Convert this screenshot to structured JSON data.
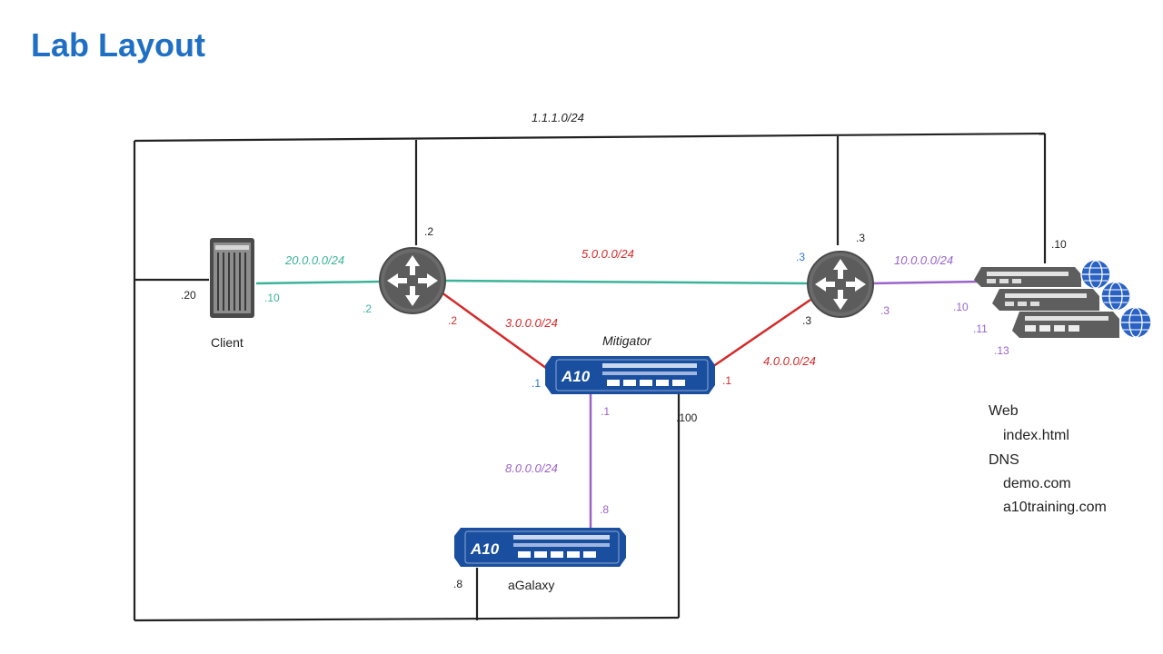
{
  "title": "Lab Layout",
  "colors": {
    "title": "#1f6fc5",
    "black_line": "#222222",
    "teal_line": "#3bb39a",
    "red_line": "#d42a2a",
    "purple_line": "#9a63c9",
    "device_blue": "#1a4fa0",
    "device_gray": "#6b6b6b",
    "globe_blue": "#2a62c4",
    "ip_blue": "#2a78d4"
  },
  "networks": {
    "top": "1.1.1.0/24",
    "client_r1": "20.0.0.0/24",
    "r1_r2": "5.0.0.0/24",
    "r1_mitigator": "3.0.0.0/24",
    "mitigator_r2": "4.0.0.0/24",
    "r2_servers": "10.0.0.0/24",
    "mitigator_agalaxy": "8.0.0.0/24"
  },
  "ips": {
    "r1_top": ".2",
    "r2_top": ".3",
    "servers_top": ".10",
    "client_mgmt": ".20",
    "client_data": ".10",
    "r1_client_side": ".2",
    "r1_mitigator_side": ".2",
    "r2_r1_side": ".3",
    "r2_mitigator_side": ".3",
    "r2_server_side": ".3",
    "mitigator_left": ".1",
    "mitigator_right": ".1",
    "mitigator_bottom": ".1",
    "mitigator_mgmt": ".100",
    "agalaxy_data": ".8",
    "agalaxy_mgmt": ".8",
    "server1": ".10",
    "server2": ".11",
    "server3": ".13"
  },
  "devices": {
    "client": "Client",
    "mitigator": "Mitigator",
    "agalaxy": "aGalaxy",
    "a10_logo": "A10"
  },
  "notes": {
    "web_header": "Web",
    "web_item": "index.html",
    "dns_header": "DNS",
    "dns_item1": "demo.com",
    "dns_item2": "a10training.com"
  }
}
